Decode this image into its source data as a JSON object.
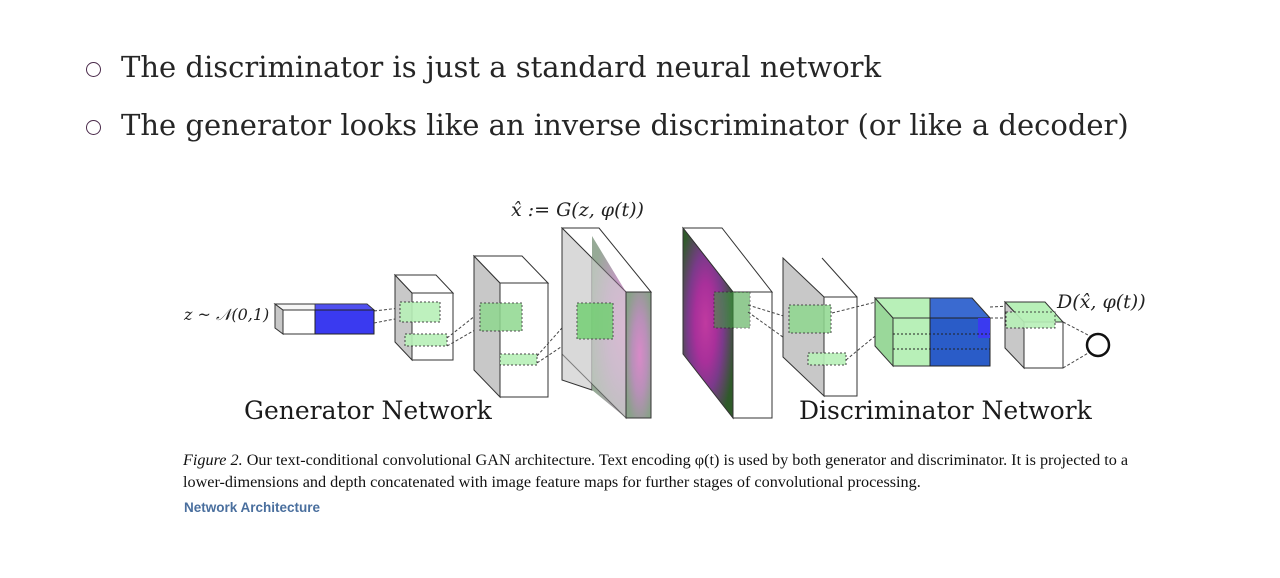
{
  "bullets": [
    {
      "text": "The discriminator is just a standard neural network"
    },
    {
      "text": "The generator looks like an inverse discriminator (or like a decoder)"
    }
  ],
  "diagram": {
    "noise_label": "z ~ 𝒩(0,1)",
    "generated_label": "x̂ := G(z, φ(t))",
    "discriminator_output_label": "D(x̂, φ(t))",
    "generator_title": "Generator Network",
    "discriminator_title": "Discriminator Network",
    "colors": {
      "text_embedding_blue": "#3a3af0",
      "feature_green": "#b8f0b8",
      "dark_blue": "#2a5cc8",
      "panel_gray": "#c8c8c8"
    }
  },
  "caption": {
    "figure_label": "Figure 2.",
    "text": " Our text-conditional convolutional GAN architecture.  Text encoding φ(t) is used by both generator and discriminator.  It is projected to a lower-dimensions and depth concatenated with image feature maps for further stages of convolutional processing."
  },
  "link": {
    "text": "Network Architecture"
  }
}
